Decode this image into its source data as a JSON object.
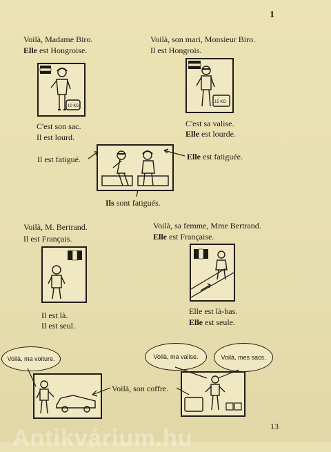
{
  "chapter": "1",
  "page_number": "13",
  "watermark": "Antikvárium.hu",
  "section1": {
    "left_line1": "Voilà, Madame Biro.",
    "left_line2_bold": "Elle",
    "left_line2_rest": " est Hongroise.",
    "right_line1": "Voilà, son mari, Monsieur Biro.",
    "right_line2": "Il est Hongrois.",
    "left_bag_label": "10 KG",
    "right_bag_label": "15 KG",
    "left_cap1": "C'est son sac.",
    "left_cap2": "Il est lourd.",
    "right_cap1": "C'est sa valise.",
    "right_cap2_bold": "Elle",
    "right_cap2_rest": " est lourde.",
    "tired_left": "Il est fatigué.",
    "tired_right_bold": "Elle",
    "tired_right_rest": " est fatiguée.",
    "tired_bottom_bold": "Ils",
    "tired_bottom_rest": " sont fatigués."
  },
  "section2": {
    "left_line1": "Voilà, M. Bertrand.",
    "left_line2": "Il est Français.",
    "right_line1": "Voilà, sa femme, Mme Bertrand.",
    "right_line2_bold": "Elle",
    "right_line2_rest": " est Française.",
    "left_cap1": "Il est là.",
    "left_cap2": "Il est seul.",
    "right_cap1": "Elle est là-bas.",
    "right_cap2_bold": "Elle",
    "right_cap2_rest": " est seule."
  },
  "section3": {
    "bubble_car": "Voilà, ma voiture.",
    "trunk": "Voilà, son coffre.",
    "bubble_suitcase": "Voilà, ma valise.",
    "bubble_bags": "Voilà, mes sacs."
  },
  "colors": {
    "paper": "#e9e1b3",
    "ink": "#1c1a14"
  },
  "icons": [
    "hungarian-flag-icon",
    "french-flag-icon",
    "arrow-icon"
  ]
}
